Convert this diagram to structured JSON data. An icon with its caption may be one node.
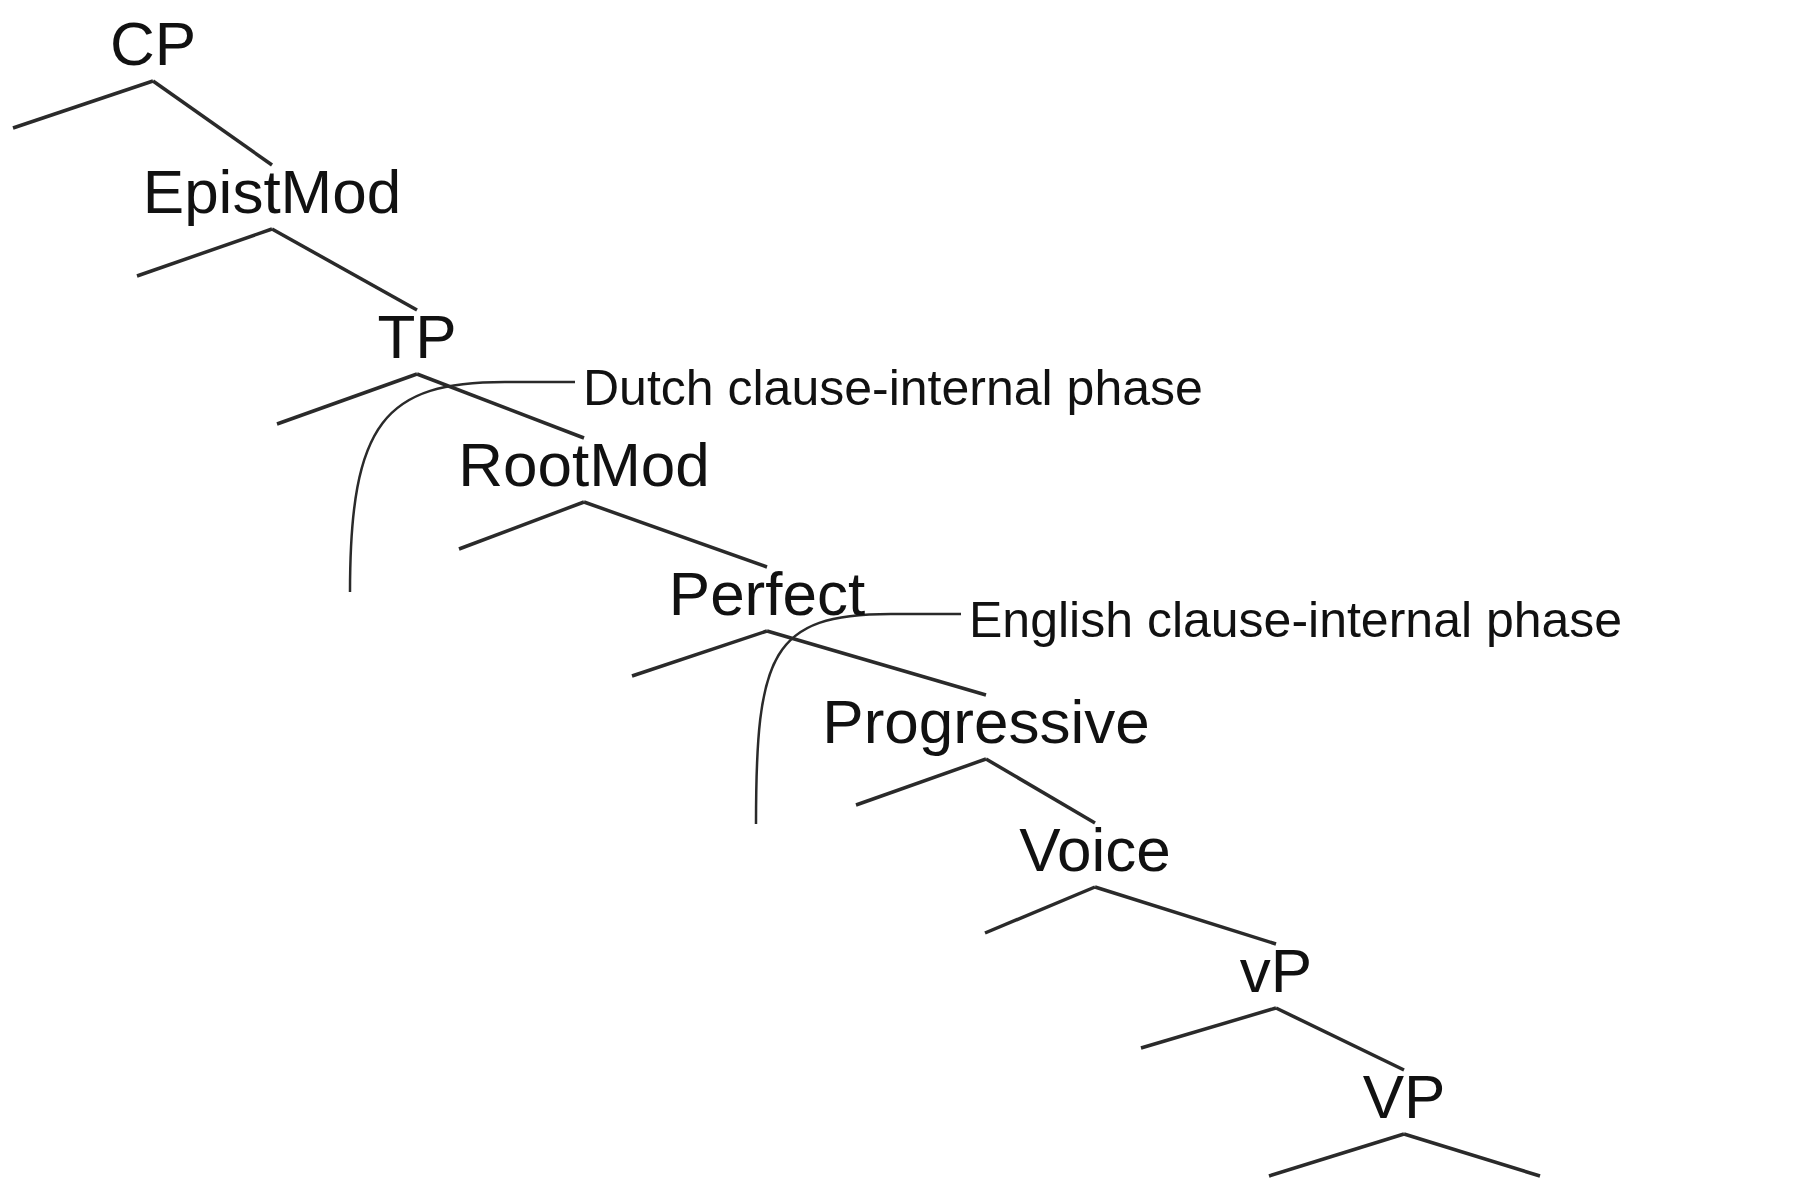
{
  "diagram": {
    "nodes": [
      {
        "text": [
          "CP"
        ]
      },
      {
        "text": [
          "EpistMod"
        ]
      },
      {
        "text": [
          "TP"
        ]
      },
      {
        "text": [
          "RootMod"
        ]
      },
      {
        "text": [
          "Perfect"
        ]
      },
      {
        "text": [
          "Progressive"
        ]
      },
      {
        "text": [
          "Voice"
        ]
      },
      {
        "text": [
          "vP"
        ]
      },
      {
        "text": [
          "VP"
        ]
      },
      {
        "text": [
          "Dutch clause-internal phase"
        ]
      },
      {
        "text": [
          "English clause-internal phase"
        ]
      }
    ],
    "edges": [
      {
        "from": 0,
        "to": null,
        "arrow": "none"
      },
      {
        "from": 0,
        "to": 1,
        "arrow": "none"
      },
      {
        "from": 1,
        "to": null,
        "arrow": "none"
      },
      {
        "from": 1,
        "to": 2,
        "arrow": "none"
      },
      {
        "from": 2,
        "to": null,
        "arrow": "none"
      },
      {
        "from": 2,
        "to": 3,
        "arrow": "none"
      },
      {
        "from": 3,
        "to": null,
        "arrow": "none"
      },
      {
        "from": 3,
        "to": 4,
        "arrow": "none"
      },
      {
        "from": 4,
        "to": null,
        "arrow": "none"
      },
      {
        "from": 4,
        "to": 5,
        "arrow": "none"
      },
      {
        "from": 5,
        "to": null,
        "arrow": "none"
      },
      {
        "from": 5,
        "to": 6,
        "arrow": "none"
      },
      {
        "from": 6,
        "to": null,
        "arrow": "none"
      },
      {
        "from": 6,
        "to": 7,
        "arrow": "none"
      },
      {
        "from": 7,
        "to": null,
        "arrow": "none"
      },
      {
        "from": 7,
        "to": 8,
        "arrow": "none"
      },
      {
        "from": 8,
        "to": null,
        "arrow": "none"
      },
      {
        "from": 8,
        "to": null,
        "arrow": "none"
      },
      {
        "from": 9,
        "to": null,
        "arrow": "none"
      },
      {
        "from": 10,
        "to": null,
        "arrow": "none"
      }
    ]
  }
}
